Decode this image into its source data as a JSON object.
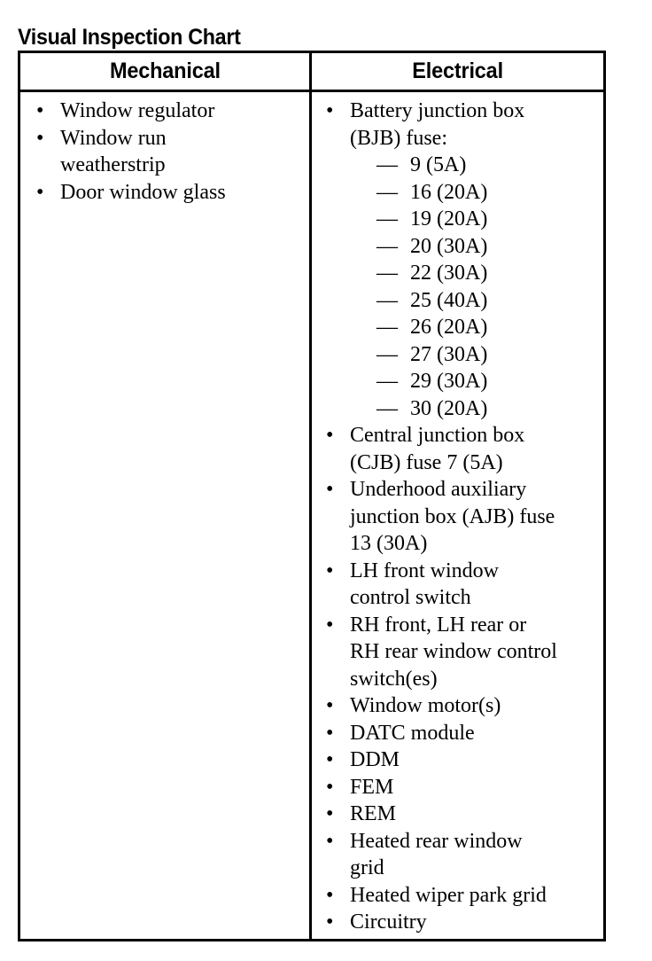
{
  "title": "Visual Inspection Chart",
  "table": {
    "columns": [
      {
        "id": "mechanical",
        "header": "Mechanical"
      },
      {
        "id": "electrical",
        "header": "Electrical"
      }
    ],
    "mechanical": {
      "items": [
        {
          "bullet": "•",
          "lines": [
            "Window regulator"
          ]
        },
        {
          "bullet": "•",
          "lines": [
            "Window run",
            "weatherstrip"
          ]
        },
        {
          "bullet": "•",
          "lines": [
            "Door window glass"
          ]
        }
      ]
    },
    "electrical": {
      "items": [
        {
          "bullet": "•",
          "lines": [
            "Battery junction box",
            "(BJB) fuse:"
          ],
          "sub": {
            "dash": "—",
            "entries": [
              "9 (5A)",
              "16 (20A)",
              "19 (20A)",
              "20 (30A)",
              "22 (30A)",
              "25 (40A)",
              "26 (20A)",
              "27 (30A)",
              "29 (30A)",
              "30 (20A)"
            ]
          }
        },
        {
          "bullet": "•",
          "lines": [
            "Central junction box",
            "(CJB) fuse 7 (5A)"
          ]
        },
        {
          "bullet": "•",
          "lines": [
            "Underhood auxiliary",
            "junction box (AJB) fuse",
            "13 (30A)"
          ]
        },
        {
          "bullet": "•",
          "lines": [
            "LH front window",
            "control switch"
          ]
        },
        {
          "bullet": "•",
          "lines": [
            "RH front, LH rear or",
            "RH rear window control",
            "switch(es)"
          ]
        },
        {
          "bullet": "•",
          "lines": [
            "Window motor(s)"
          ]
        },
        {
          "bullet": "•",
          "lines": [
            "DATC module"
          ]
        },
        {
          "bullet": "•",
          "lines": [
            "DDM"
          ]
        },
        {
          "bullet": "•",
          "lines": [
            "FEM"
          ]
        },
        {
          "bullet": "•",
          "lines": [
            "REM"
          ]
        },
        {
          "bullet": "•",
          "lines": [
            "Heated rear window",
            "grid"
          ]
        },
        {
          "bullet": "•",
          "lines": [
            "Heated wiper park grid"
          ]
        },
        {
          "bullet": "•",
          "lines": [
            "Circuitry"
          ]
        }
      ]
    }
  },
  "colors": {
    "text": "#000000",
    "background": "#ffffff",
    "border": "#000000"
  }
}
